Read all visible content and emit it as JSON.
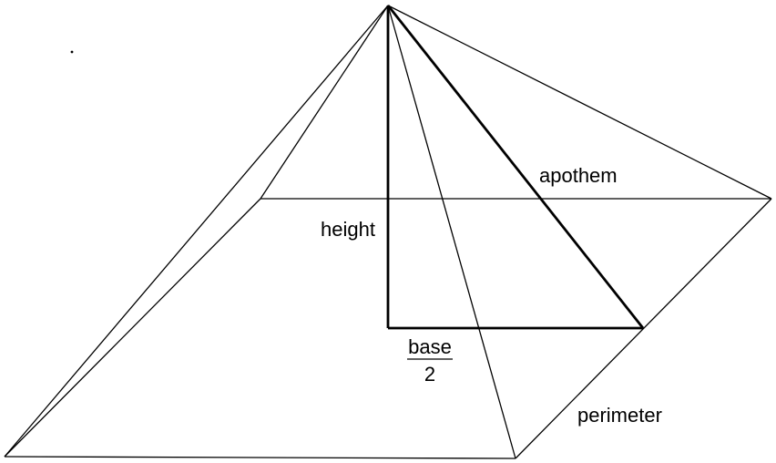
{
  "diagram": {
    "title": "pyramid-slant-height-diagram",
    "labels": {
      "apothem": "apothem",
      "height": "height",
      "base_numerator": "base",
      "base_denominator": "2",
      "perimeter": "perimeter"
    },
    "colors": {
      "stroke": "#000000",
      "background": "#ffffff"
    }
  }
}
